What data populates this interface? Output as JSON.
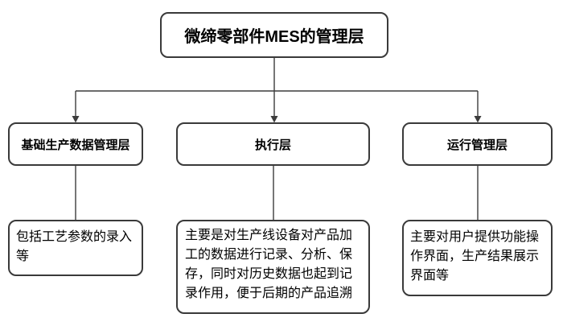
{
  "diagram": {
    "root": {
      "label": "微缔零部件MES的管理层"
    },
    "branches": [
      {
        "label": "基础生产数据管理层",
        "detail": "包括工艺参数的录入等"
      },
      {
        "label": "执行层",
        "detail": "主要是对生产线设备对产品加工的数据进行记录、分析、保存，同时对历史数据也起到记录作用，便于后期的产品追溯"
      },
      {
        "label": "运行管理层",
        "detail": "主要对用户提供功能操作界面，生产结果展示界面等"
      }
    ],
    "colors": {
      "box_border": "#3a3a3a",
      "connector_line": "#3c3c3c",
      "text": "#000000",
      "background": "#ffffff"
    }
  }
}
